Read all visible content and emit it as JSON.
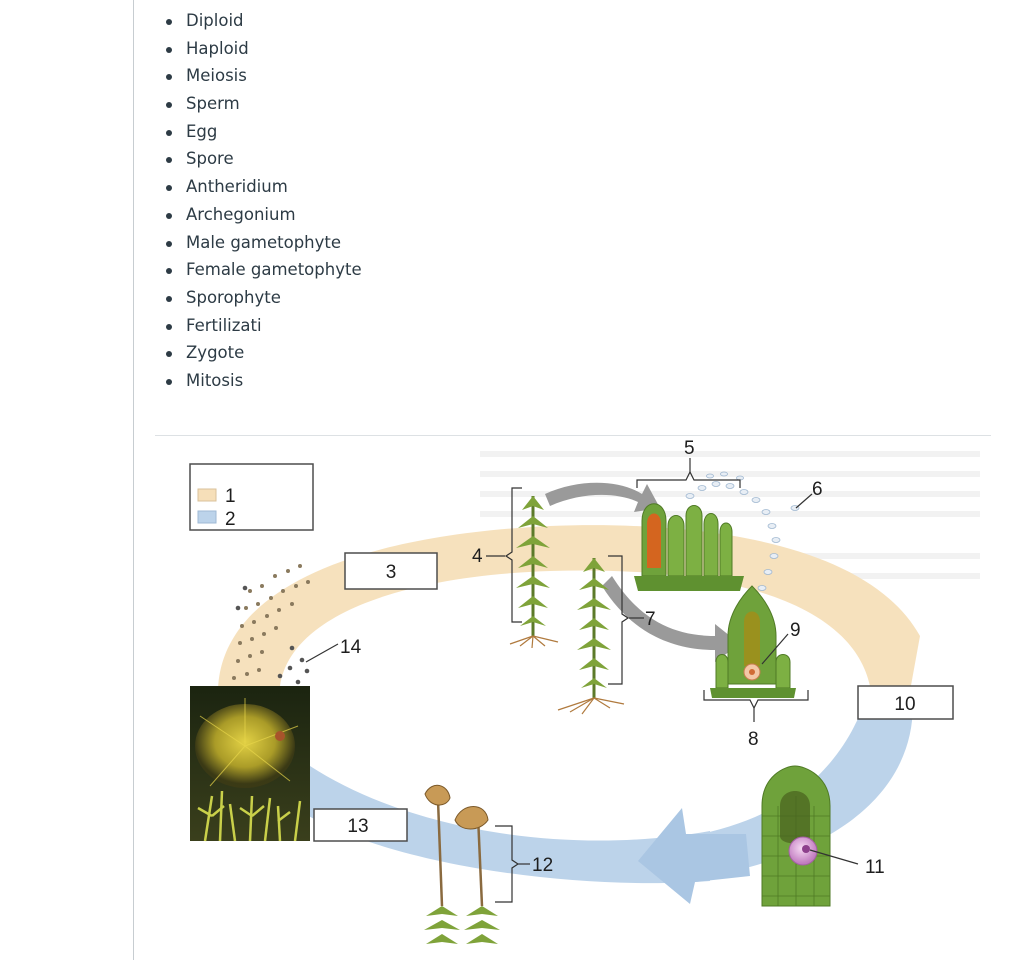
{
  "terms": [
    "Diploid",
    "Haploid",
    "Meiosis",
    "Sperm",
    "Egg",
    "Spore",
    "Antheridium",
    "Archegonium",
    "Male gametophyte",
    "Female gametophyte",
    "Sporophyte",
    "Fertilizati",
    "Zygote",
    "Mitosis"
  ],
  "legend": {
    "item1": "1",
    "item2": "2",
    "haploid_color": "#f6dfb9",
    "diploid_color": "#bcd3ea"
  },
  "labels": {
    "l3": "3",
    "l4": "4",
    "l5": "5",
    "l6": "6",
    "l7": "7",
    "l8": "8",
    "l9": "9",
    "l10": "10",
    "l11": "11",
    "l12": "12",
    "l13": "13",
    "l14": "14"
  }
}
